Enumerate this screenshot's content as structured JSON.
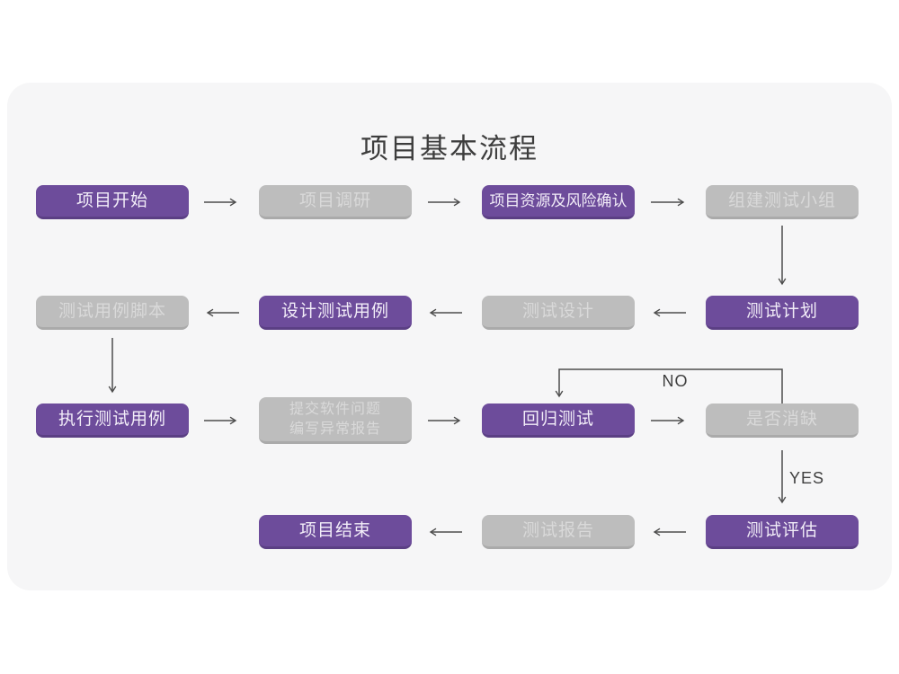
{
  "title": "项目基本流程",
  "colors": {
    "purple": "#6d4c9b",
    "purple_dark": "#5b3f84",
    "gray": "#bdbdbd",
    "gray_dark": "#aaaaaa",
    "card_bg": "#f6f6f7",
    "arrow": "#4d4d4d"
  },
  "edge_labels": {
    "no": "NO",
    "yes": "YES"
  },
  "boxes": [
    {
      "id": "start",
      "label": "项目开始",
      "variant": "purple"
    },
    {
      "id": "research",
      "label": "项目调研",
      "variant": "gray"
    },
    {
      "id": "risk",
      "label": "项目资源及风险确认",
      "variant": "purple"
    },
    {
      "id": "team",
      "label": "组建测试小组",
      "variant": "gray"
    },
    {
      "id": "case-script",
      "label": "测试用例脚本",
      "variant": "gray"
    },
    {
      "id": "design-case",
      "label": "设计测试用例",
      "variant": "purple"
    },
    {
      "id": "test-design",
      "label": "测试设计",
      "variant": "gray"
    },
    {
      "id": "test-plan",
      "label": "测试计划",
      "variant": "purple"
    },
    {
      "id": "execute-case",
      "label": "执行测试用例",
      "variant": "purple"
    },
    {
      "id": "issue-report",
      "label": "提交软件问题",
      "label2": "编写异常报告",
      "variant": "gray"
    },
    {
      "id": "regression",
      "label": "回归测试",
      "variant": "purple"
    },
    {
      "id": "defect-check",
      "label": "是否消缺",
      "variant": "gray"
    },
    {
      "id": "end",
      "label": "项目结束",
      "variant": "purple"
    },
    {
      "id": "test-report",
      "label": "测试报告",
      "variant": "gray"
    },
    {
      "id": "evaluate",
      "label": "测试评估",
      "variant": "purple"
    }
  ]
}
